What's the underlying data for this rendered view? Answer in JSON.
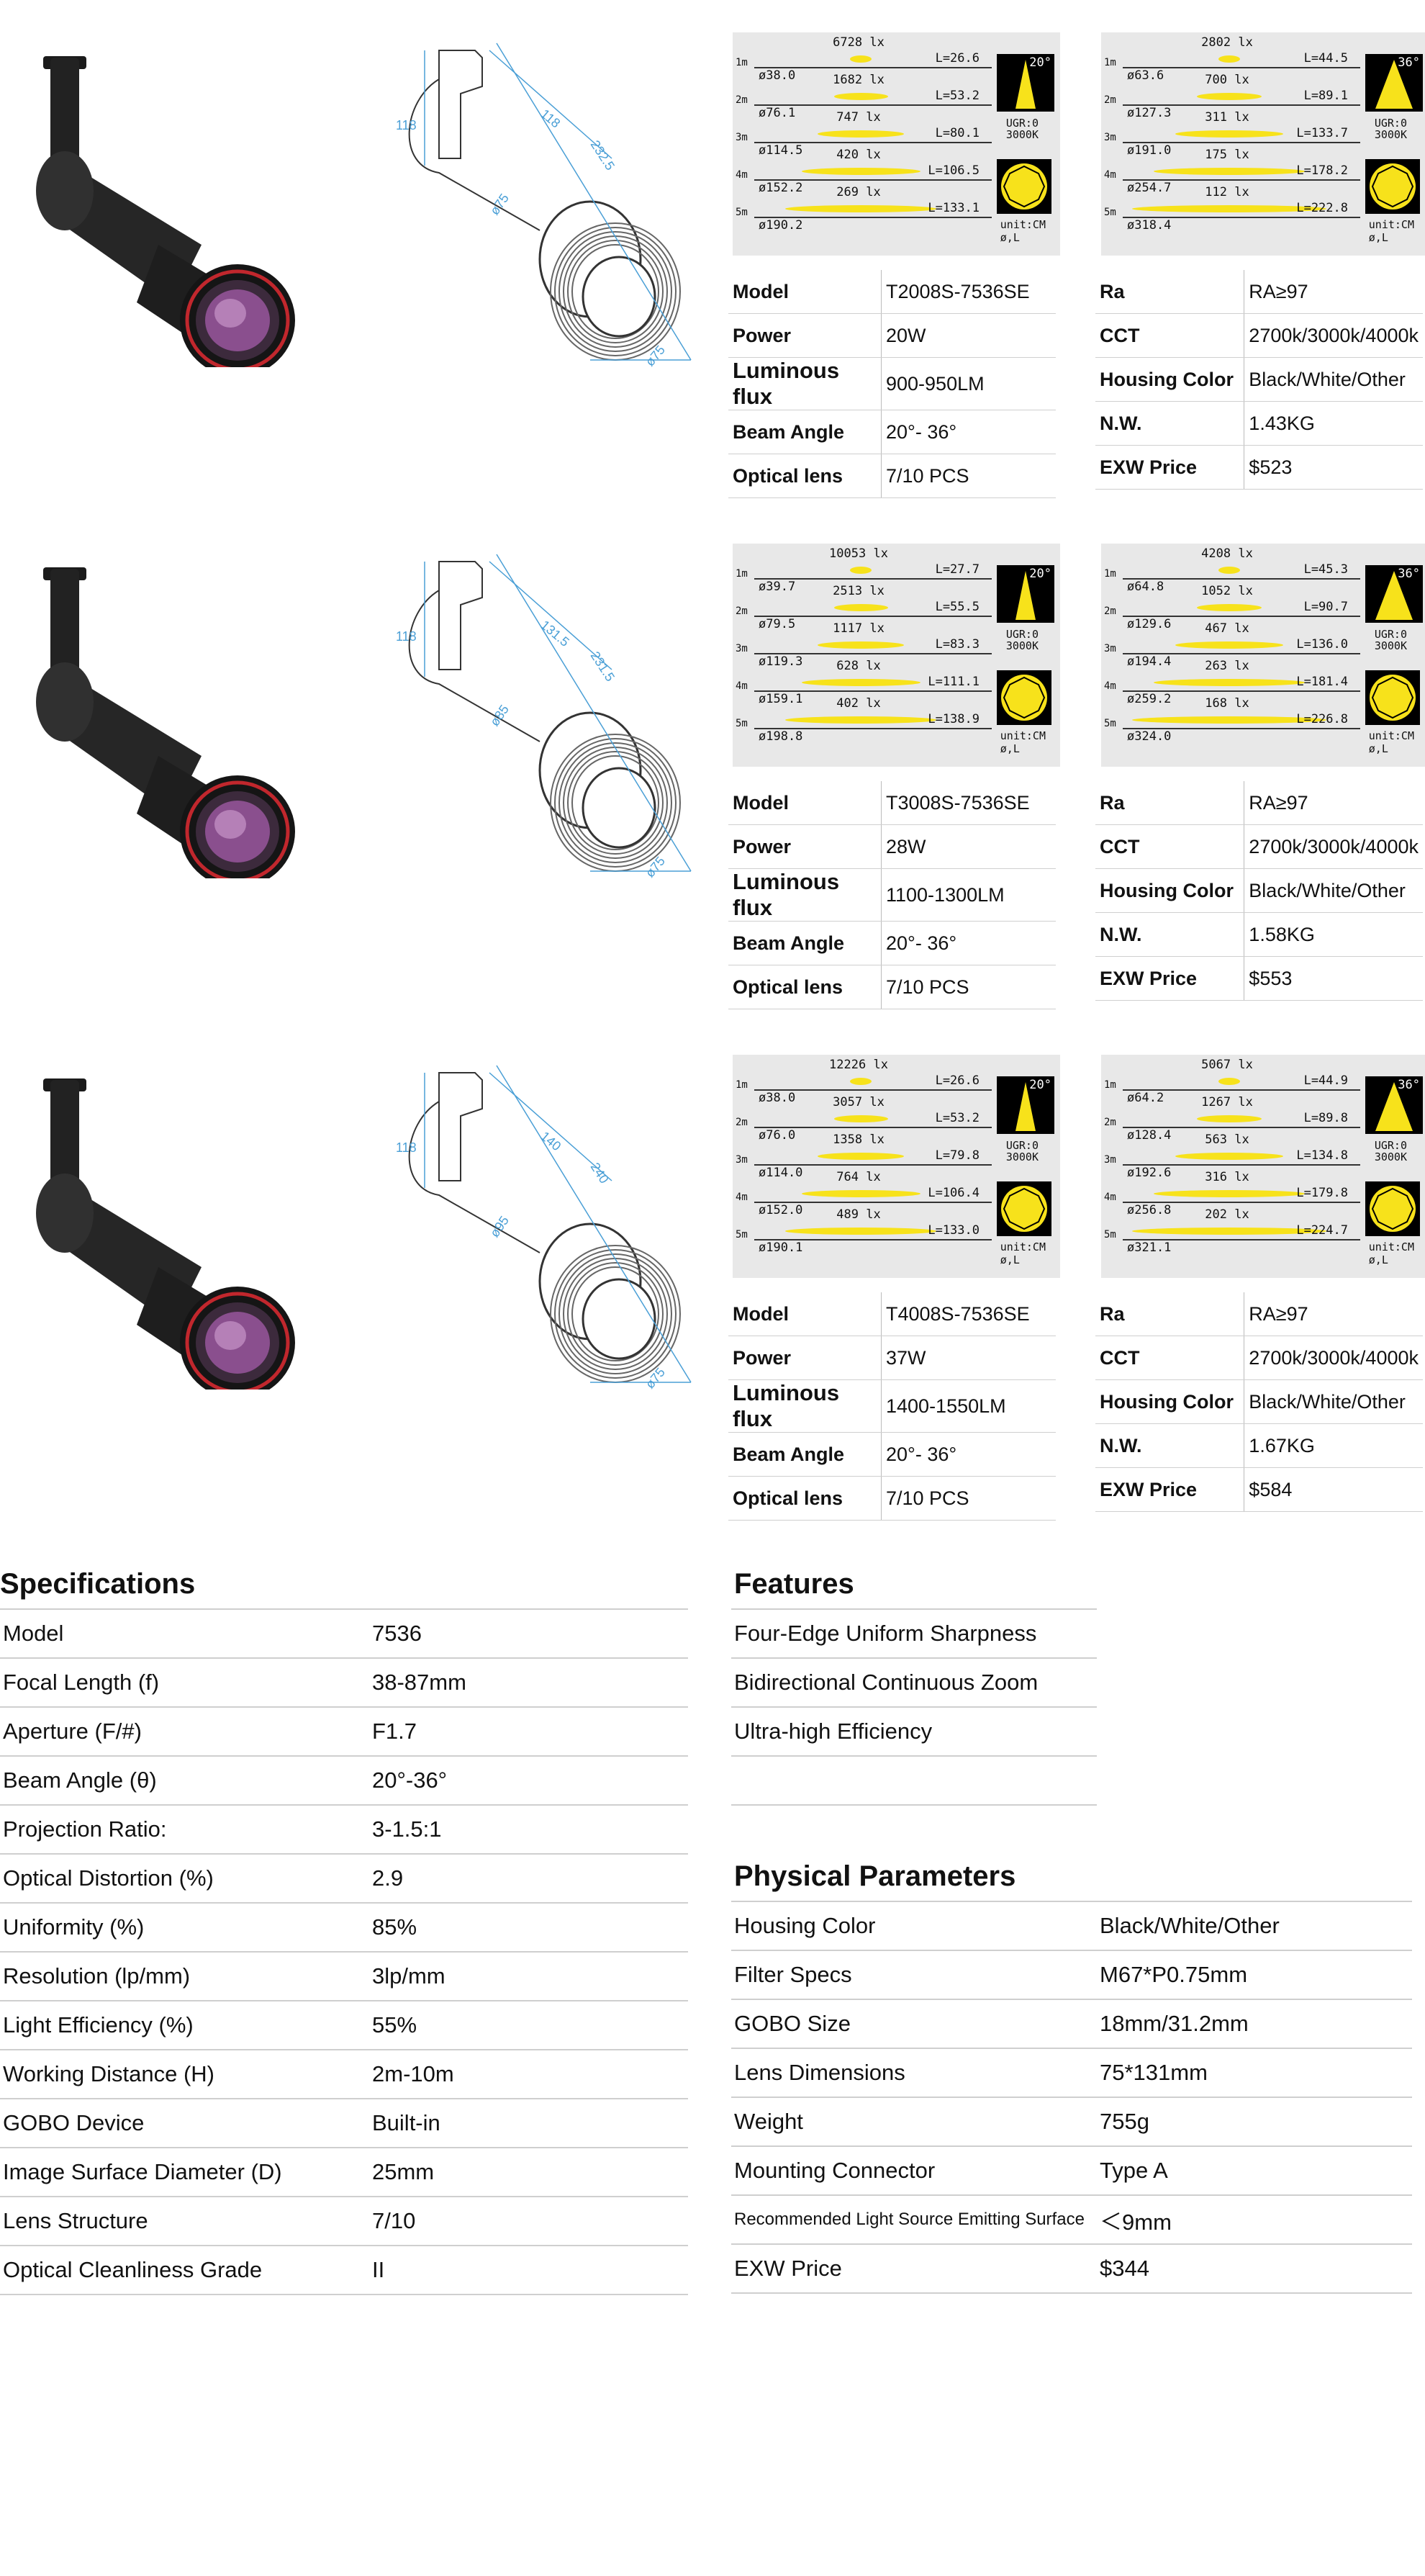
{
  "products": [
    {
      "beam_left": {
        "angle": "20°",
        "rows": [
          {
            "m": "1m",
            "lux": "6728 lx",
            "dia": "ø38.0",
            "len": "L=26.6"
          },
          {
            "m": "2m",
            "lux": "1682 lx",
            "dia": "ø76.1",
            "len": "L=53.2"
          },
          {
            "m": "3m",
            "lux": "747 lx",
            "dia": "ø114.5",
            "len": "L=80.1"
          },
          {
            "m": "4m",
            "lux": "420 lx",
            "dia": "ø152.2",
            "len": "L=106.5"
          },
          {
            "m": "5m",
            "lux": "269 lx",
            "dia": "ø190.2",
            "len": "L=133.1"
          }
        ]
      },
      "beam_right": {
        "angle": "36°",
        "rows": [
          {
            "m": "1m",
            "lux": "2802 lx",
            "dia": "ø63.6",
            "len": "L=44.5"
          },
          {
            "m": "2m",
            "lux": "700 lx",
            "dia": "ø127.3",
            "len": "L=89.1"
          },
          {
            "m": "3m",
            "lux": "311 lx",
            "dia": "ø191.0",
            "len": "L=133.7"
          },
          {
            "m": "4m",
            "lux": "175 lx",
            "dia": "ø254.7",
            "len": "L=178.2"
          },
          {
            "m": "5m",
            "lux": "112 lx",
            "dia": "ø318.4",
            "len": "L=222.8"
          }
        ]
      },
      "ugr": "UGR:0",
      "cct_label": "3000K",
      "unit": "unit:CM",
      "unit2": "ø,L",
      "dims": {
        "h": "118",
        "a": "118",
        "b": "232.5",
        "lens": "ø75",
        "bottom": "ø75"
      },
      "spec_left": [
        [
          "Model",
          "T2008S-7536SE"
        ],
        [
          "Power",
          "20W"
        ],
        [
          "Luminous flux",
          "900-950LM"
        ],
        [
          "Beam Angle",
          "20°- 36°"
        ],
        [
          "Optical lens",
          "7/10 PCS"
        ]
      ],
      "spec_right": [
        [
          "Ra",
          "RA≥97"
        ],
        [
          "CCT",
          "2700k/3000k/4000k"
        ],
        [
          "Housing Color",
          "Black/White/Other"
        ],
        [
          "N.W.",
          "1.43KG"
        ],
        [
          "EXW Price",
          "$523"
        ]
      ]
    },
    {
      "beam_left": {
        "angle": "20°",
        "rows": [
          {
            "m": "1m",
            "lux": "10053 lx",
            "dia": "ø39.7",
            "len": "L=27.7"
          },
          {
            "m": "2m",
            "lux": "2513 lx",
            "dia": "ø79.5",
            "len": "L=55.5"
          },
          {
            "m": "3m",
            "lux": "1117 lx",
            "dia": "ø119.3",
            "len": "L=83.3"
          },
          {
            "m": "4m",
            "lux": "628 lx",
            "dia": "ø159.1",
            "len": "L=111.1"
          },
          {
            "m": "5m",
            "lux": "402 lx",
            "dia": "ø198.8",
            "len": "L=138.9"
          }
        ]
      },
      "beam_right": {
        "angle": "36°",
        "rows": [
          {
            "m": "1m",
            "lux": "4208 lx",
            "dia": "ø64.8",
            "len": "L=45.3"
          },
          {
            "m": "2m",
            "lux": "1052 lx",
            "dia": "ø129.6",
            "len": "L=90.7"
          },
          {
            "m": "3m",
            "lux": "467 lx",
            "dia": "ø194.4",
            "len": "L=136.0"
          },
          {
            "m": "4m",
            "lux": "263 lx",
            "dia": "ø259.2",
            "len": "L=181.4"
          },
          {
            "m": "5m",
            "lux": "168 lx",
            "dia": "ø324.0",
            "len": "L=226.8"
          }
        ]
      },
      "ugr": "UGR:0",
      "cct_label": "3000K",
      "unit": "unit:CM",
      "unit2": "ø,L",
      "dims": {
        "h": "118",
        "a": "131.5",
        "b": "231.5",
        "lens": "ø85",
        "bottom": "ø75"
      },
      "spec_left": [
        [
          "Model",
          "T3008S-7536SE"
        ],
        [
          "Power",
          "28W"
        ],
        [
          "Luminous flux",
          "1100-1300LM"
        ],
        [
          "Beam Angle",
          "20°- 36°"
        ],
        [
          "Optical lens",
          "7/10 PCS"
        ]
      ],
      "spec_right": [
        [
          "Ra",
          "RA≥97"
        ],
        [
          "CCT",
          "2700k/3000k/4000k"
        ],
        [
          "Housing Color",
          "Black/White/Other"
        ],
        [
          "N.W.",
          "1.58KG"
        ],
        [
          "EXW Price",
          "$553"
        ]
      ]
    },
    {
      "beam_left": {
        "angle": "20°",
        "rows": [
          {
            "m": "1m",
            "lux": "12226 lx",
            "dia": "ø38.0",
            "len": "L=26.6"
          },
          {
            "m": "2m",
            "lux": "3057 lx",
            "dia": "ø76.0",
            "len": "L=53.2"
          },
          {
            "m": "3m",
            "lux": "1358 lx",
            "dia": "ø114.0",
            "len": "L=79.8"
          },
          {
            "m": "4m",
            "lux": "764 lx",
            "dia": "ø152.0",
            "len": "L=106.4"
          },
          {
            "m": "5m",
            "lux": "489 lx",
            "dia": "ø190.1",
            "len": "L=133.0"
          }
        ]
      },
      "beam_right": {
        "angle": "36°",
        "rows": [
          {
            "m": "1m",
            "lux": "5067 lx",
            "dia": "ø64.2",
            "len": "L=44.9"
          },
          {
            "m": "2m",
            "lux": "1267 lx",
            "dia": "ø128.4",
            "len": "L=89.8"
          },
          {
            "m": "3m",
            "lux": "563 lx",
            "dia": "ø192.6",
            "len": "L=134.8"
          },
          {
            "m": "4m",
            "lux": "316 lx",
            "dia": "ø256.8",
            "len": "L=179.8"
          },
          {
            "m": "5m",
            "lux": "202 lx",
            "dia": "ø321.1",
            "len": "L=224.7"
          }
        ]
      },
      "ugr": "UGR:0",
      "cct_label": "3000K",
      "unit": "unit:CM",
      "unit2": "ø,L",
      "dims": {
        "h": "118",
        "a": "140",
        "b": "240",
        "lens": "ø95",
        "bottom": "ø75"
      },
      "spec_left": [
        [
          "Model",
          "T4008S-7536SE"
        ],
        [
          "Power",
          "37W"
        ],
        [
          "Luminous flux",
          "1400-1550LM"
        ],
        [
          "Beam Angle",
          "20°- 36°"
        ],
        [
          "Optical lens",
          "7/10 PCS"
        ]
      ],
      "spec_right": [
        [
          "Ra",
          "RA≥97"
        ],
        [
          "CCT",
          "2700k/3000k/4000k"
        ],
        [
          "Housing Color",
          "Black/White/Other"
        ],
        [
          "N.W.",
          "1.67KG"
        ],
        [
          "EXW Price",
          "$584"
        ]
      ]
    }
  ],
  "specifications": {
    "title": "Specifications",
    "rows": [
      [
        "Model",
        "7536"
      ],
      [
        "Focal Length (f)",
        "38-87mm"
      ],
      [
        "Aperture (F/#)",
        "F1.7"
      ],
      [
        "Beam Angle (θ)",
        "20°-36°"
      ],
      [
        "Projection Ratio:",
        "3-1.5:1"
      ],
      [
        "Optical Distortion (%)",
        "2.9"
      ],
      [
        "Uniformity (%)",
        "85%"
      ],
      [
        "Resolution (lp/mm)",
        "3lp/mm"
      ],
      [
        "Light Efficiency (%)",
        "55%"
      ],
      [
        "Working Distance (H)",
        "2m-10m"
      ],
      [
        "GOBO Device",
        "Built-in"
      ],
      [
        "Image Surface Diameter (D)",
        "25mm"
      ],
      [
        "Lens Structure",
        "7/10"
      ],
      [
        "Optical Cleanliness Grade",
        "II"
      ]
    ]
  },
  "features": {
    "title": "Features",
    "rows": [
      "Four-Edge Uniform Sharpness",
      "Bidirectional Continuous Zoom",
      "Ultra-high Efficiency",
      ""
    ]
  },
  "physical": {
    "title": "Physical Parameters",
    "rows": [
      [
        "Housing Color",
        "Black/White/Other"
      ],
      [
        "Filter Specs",
        "M67*P0.75mm"
      ],
      [
        "GOBO Size",
        "18mm/31.2mm"
      ],
      [
        "Lens Dimensions",
        "75*131mm"
      ],
      [
        "Weight",
        "755g"
      ],
      [
        "Mounting Connector",
        "Type A"
      ],
      [
        "Recommended Light Source Emitting Surface",
        "＜9mm"
      ],
      [
        "EXW Price",
        "$344"
      ]
    ]
  },
  "colors": {
    "dim_blue": "#4a9fd6",
    "beam_yellow": "#f7e21b",
    "panel_gray": "#e8e8e8"
  }
}
